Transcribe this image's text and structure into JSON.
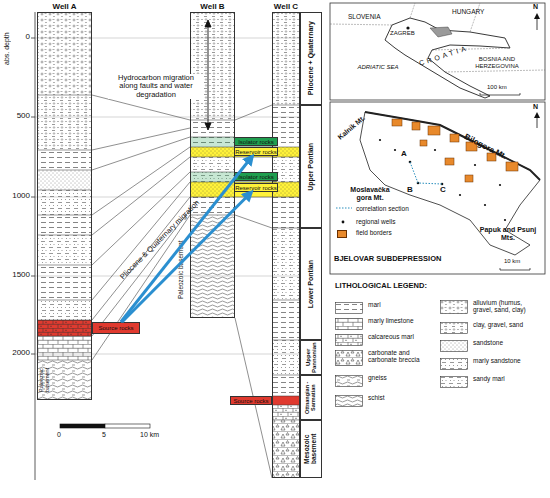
{
  "diagram": {
    "nodes": [
      {
        "text": [
          "Well A"
        ]
      },
      {
        "text": [
          "Well B"
        ]
      },
      {
        "text": [
          "Well C"
        ]
      },
      {
        "text": [
          "Source rocks"
        ]
      },
      {
        "text": [
          "Isolator rocks"
        ]
      },
      {
        "text": [
          "Reservoir rocks"
        ]
      },
      {
        "text": [
          "Isolator rocks"
        ]
      },
      {
        "text": [
          "Reservoir rocks"
        ]
      },
      {
        "text": [
          "Source rocks"
        ]
      },
      {
        "text": [
          "Pliocene + Quaternary"
        ]
      },
      {
        "text": [
          "Upper Pontian"
        ]
      },
      {
        "text": [
          "Lower Pontian"
        ]
      },
      {
        "text": [
          "Upper Pannonian"
        ]
      },
      {
        "text": [
          "Ottnangian - Sarmatian"
        ]
      },
      {
        "text": [
          "Mesozoic basement"
        ]
      }
    ],
    "edges": [
      {
        "from": 3,
        "to": 5,
        "arrow": "to"
      },
      {
        "from": 3,
        "to": 7,
        "arrow": "to"
      }
    ],
    "labels": [
      "abs. depth",
      "0",
      "500",
      "1000",
      "1500",
      "2000",
      "Hydrocarbon migration along faults and water degradation",
      "Pliocene & Quaternary migration",
      "Paleozoic basement",
      "Paleozoic basement",
      "0",
      "5",
      "10 km",
      "SLOVENIA",
      "HUNGARY",
      "ZAGREB",
      "CROATIA",
      "BOSNIA AND HERZEGOVINA",
      "ADRIATIC SEA",
      "100 km",
      "N",
      "Kalnik Mt.",
      "Bilogora Mt.",
      "A",
      "B",
      "C",
      "Moslavačka gora Mt.",
      "Papuk and Psunj Mts.",
      "BJELOVAR SUBDEPRESSION",
      "10 km",
      "N",
      "LITHOLOGICAL LEGEND:"
    ],
    "legend": [
      {
        "text": "correlation section"
      },
      {
        "text": "regional wells"
      },
      {
        "text": "field borders",
        "color": "#e8892b"
      },
      {
        "text": "marl"
      },
      {
        "text": "marly limestone"
      },
      {
        "text": "calcareous marl"
      },
      {
        "text": "carbonate and carbonate breccia"
      },
      {
        "text": "gneiss"
      },
      {
        "text": "schist"
      },
      {
        "text": "alluvium (humus, gravel, sand, clay)"
      },
      {
        "text": "clay, gravel, sand"
      },
      {
        "text": "sandstone"
      },
      {
        "text": "marly sandstone"
      },
      {
        "text": "sandy marl"
      }
    ]
  }
}
